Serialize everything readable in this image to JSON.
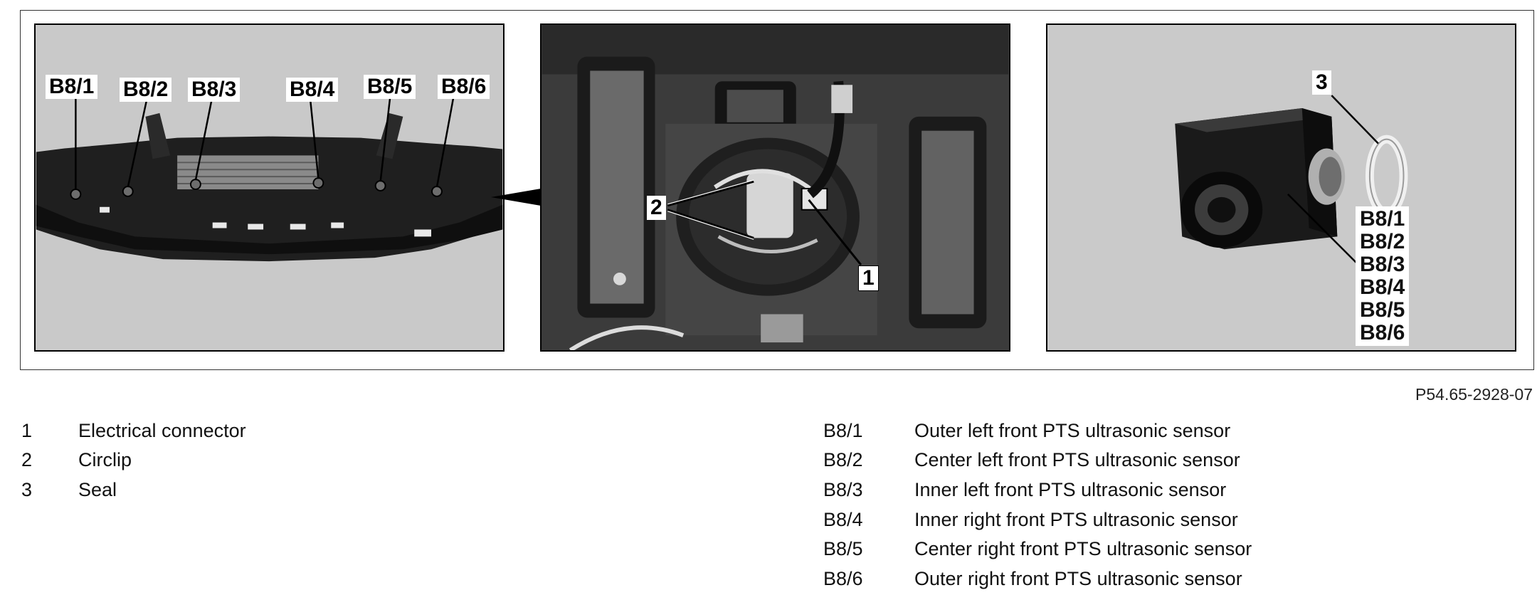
{
  "callouts": {
    "panel1": [
      "B8/1",
      "B8/2",
      "B8/3",
      "B8/4",
      "B8/5",
      "B8/6"
    ],
    "panel2": {
      "circlip": "2",
      "connector": "1"
    },
    "panel3": {
      "seal": "3",
      "sensors": [
        "B8/1",
        "B8/2",
        "B8/3",
        "B8/4",
        "B8/5",
        "B8/6"
      ]
    }
  },
  "figure_id": "P54.65-2928-07",
  "legend_left": [
    {
      "num": "1",
      "desc": "Electrical connector"
    },
    {
      "num": "2",
      "desc": "Circlip"
    },
    {
      "num": "3",
      "desc": "Seal"
    }
  ],
  "legend_right": [
    {
      "num": "B8/1",
      "desc": "Outer left front PTS ultrasonic sensor"
    },
    {
      "num": "B8/2",
      "desc": "Center left front PTS ultrasonic sensor"
    },
    {
      "num": "B8/3",
      "desc": "Inner left front PTS ultrasonic sensor"
    },
    {
      "num": "B8/4",
      "desc": "Inner right front PTS ultrasonic sensor"
    },
    {
      "num": "B8/5",
      "desc": "Center right front PTS ultrasonic sensor"
    },
    {
      "num": "B8/6",
      "desc": "Outer right front PTS ultrasonic sensor"
    }
  ],
  "colors": {
    "panel_bg": "#c9c9c9",
    "photo_dark": "#3a3a3a",
    "line": "#000000"
  }
}
